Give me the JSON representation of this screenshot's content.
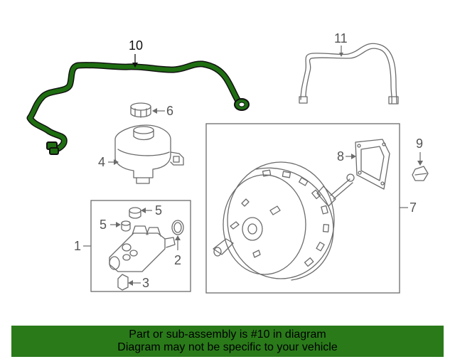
{
  "callouts": {
    "c1": "1",
    "c2": "2",
    "c3": "3",
    "c4": "4",
    "c5a": "5",
    "c5b": "5",
    "c6": "6",
    "c7": "7",
    "c8": "8",
    "c9": "9",
    "c10": "10",
    "c11": "11"
  },
  "highlight_color": "#1f6e12",
  "banner": {
    "line1": "Part or sub-assembly is #10 in diagram",
    "line2": "Diagram may not be specific to your vehicle",
    "color": "#2a7a1a"
  }
}
